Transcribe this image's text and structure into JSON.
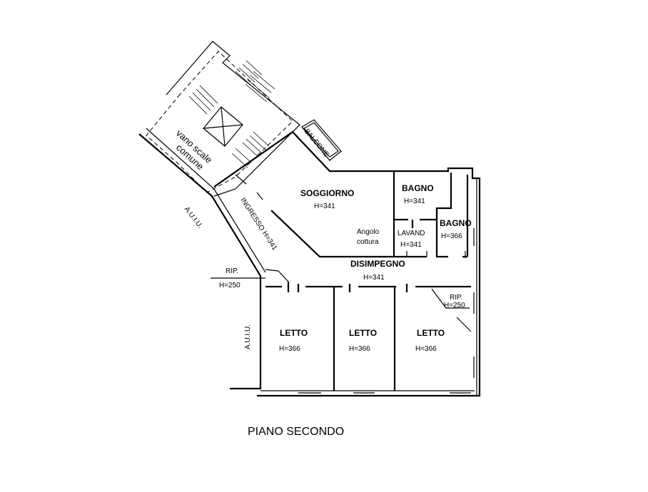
{
  "title": "PIANO SECONDO",
  "stair": {
    "line1": "vano scale",
    "line2": "comune"
  },
  "balcony": "BALCONE",
  "neighbors": {
    "a": "A.U.I.U.",
    "b": "A.U.I.U."
  },
  "rooms": {
    "soggiorno": {
      "name": "SOGGIORNO",
      "height": "H=341"
    },
    "angolo_line1": "Angolo",
    "angolo_line2": "cottura",
    "bagno1": {
      "name": "BAGNO",
      "height": "H=341"
    },
    "bagno2": {
      "name": "BAGNO",
      "height": "H=366"
    },
    "lavand": {
      "name": "LAVAND",
      "height": "H=341"
    },
    "disimpegno": {
      "name": "DISIMPEGNO",
      "height": "H=341"
    },
    "ingresso": "INGRESSO H=341",
    "rip_left": {
      "name": "RIP.",
      "height": "H=250"
    },
    "rip_right": {
      "name": "RIP.",
      "height": "H=250"
    },
    "letto1": {
      "name": "LETTO",
      "height": "H=366"
    },
    "letto2": {
      "name": "LETTO",
      "height": "H=366"
    },
    "letto3": {
      "name": "LETTO",
      "height": "H=366"
    }
  }
}
